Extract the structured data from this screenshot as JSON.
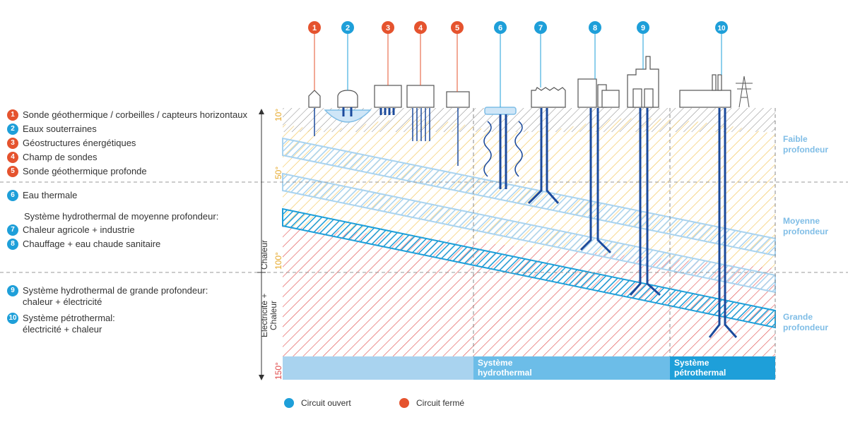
{
  "legend": {
    "items": [
      {
        "num": "1",
        "type": "closed",
        "text": "Sonde géothermique / corbeilles / capteurs horizontaux"
      },
      {
        "num": "2",
        "type": "open",
        "text": "Eaux souterraines"
      },
      {
        "num": "3",
        "type": "closed",
        "text": "Géostructures énergétiques"
      },
      {
        "num": "4",
        "type": "closed",
        "text": "Champ de sondes"
      },
      {
        "num": "5",
        "type": "closed",
        "text": "Sonde géothermique profonde"
      },
      {
        "num": "6",
        "type": "open",
        "text": "Eau thermale"
      },
      {
        "num": "7",
        "type": "open",
        "text": "Chaleur agricole + industrie"
      },
      {
        "num": "8",
        "type": "open",
        "text": "Chauffage + eau chaude sanitaire"
      },
      {
        "num": "9",
        "type": "open",
        "text": "Système hydrothermal de grande profondeur: chaleur + électricité"
      },
      {
        "num": "10",
        "type": "open",
        "text": "Système pétrothermal: électricité + chaleur"
      }
    ],
    "moyenne_heading": "Système hydrothermal de moyenne profondeur:"
  },
  "top_markers": [
    {
      "num": "1",
      "type": "closed"
    },
    {
      "num": "2",
      "type": "open"
    },
    {
      "num": "3",
      "type": "closed"
    },
    {
      "num": "4",
      "type": "closed"
    },
    {
      "num": "5",
      "type": "closed"
    },
    {
      "num": "6",
      "type": "open"
    },
    {
      "num": "7",
      "type": "open"
    },
    {
      "num": "8",
      "type": "open"
    },
    {
      "num": "9",
      "type": "open"
    },
    {
      "num": "10",
      "type": "open"
    }
  ],
  "temperatures": [
    "10°",
    "50°",
    "100°",
    "150°"
  ],
  "axis_labels": {
    "chaleur": "Chaleur",
    "elec_line1": "Electricité +",
    "elec_line2": "Chaleur"
  },
  "depth_labels": [
    {
      "line1": "Faible",
      "line2": "profondeur"
    },
    {
      "line1": "Moyenne",
      "line2": "profondeur"
    },
    {
      "line1": "Grande",
      "line2": "profondeur"
    }
  ],
  "systems": [
    {
      "line1": "Système",
      "line2": "hydrothermal"
    },
    {
      "line1": "Système",
      "line2": "pétrothermal"
    }
  ],
  "bottom_legend": {
    "open": "Circuit ouvert",
    "closed": "Circuit fermé"
  },
  "colors": {
    "open": "#1e9fd9",
    "closed": "#e5532e",
    "pipe": "#1b4a9c",
    "yellow": "#f2c14e",
    "red": "#e04a4a",
    "band_light": "#a9d3ef",
    "band_dark": "#1e9fd9"
  }
}
